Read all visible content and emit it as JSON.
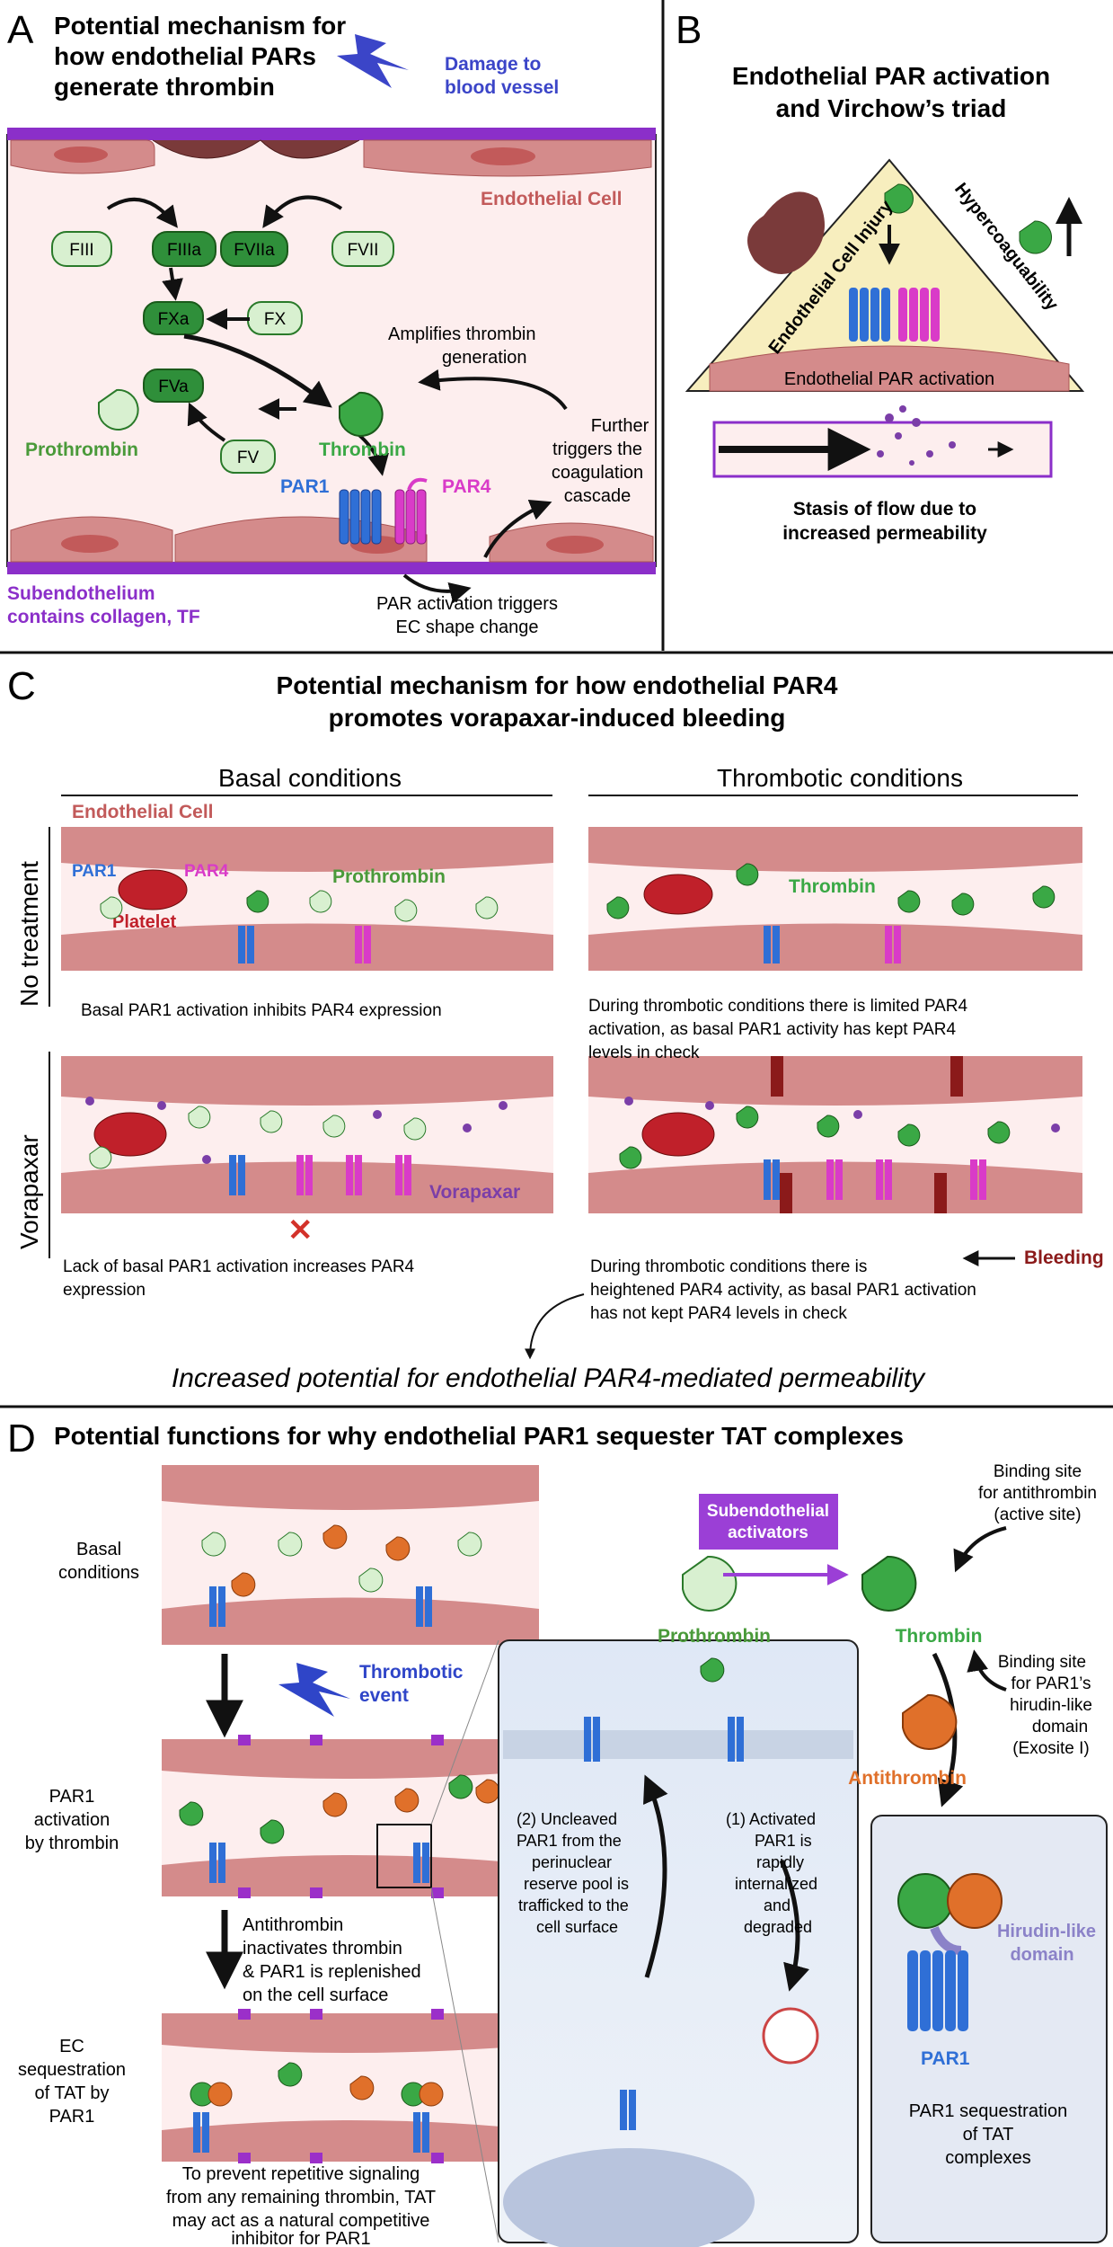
{
  "panelA": {
    "letter": "A",
    "title_line1": "Potential mechanism for",
    "title_line2": "how endothelial PARs",
    "title_line3": "generate thrombin",
    "damage_line1": "Damage to",
    "damage_line2": "blood vessel",
    "endothelial_cell": "Endothelial Cell",
    "factors": [
      "FIII",
      "FIIIa",
      "FVIIa",
      "FVII",
      "FXa",
      "FX",
      "FVa",
      "FV"
    ],
    "prothrombin": "Prothrombin",
    "thrombin": "Thrombin",
    "par1": "PAR1",
    "par4": "PAR4",
    "amplifies_line1": "Amplifies thrombin",
    "amplifies_line2": "generation",
    "further_line1": "Further",
    "further_line2": "triggers the",
    "further_line3": "coagulation",
    "further_line4": "cascade",
    "subendo_line1": "Subendothelium",
    "subendo_line2": "contains collagen, TF",
    "shape_line1": "PAR activation triggers",
    "shape_line2": "EC shape change"
  },
  "panelB": {
    "letter": "B",
    "title_line1": "Endothelial PAR activation",
    "title_line2": "and Virchow’s triad",
    "injury": "Endothelial Cell Injury",
    "hyper": "Hypercoaguability",
    "activation": "Endothelial PAR activation",
    "stasis_line1": "Stasis of flow due to",
    "stasis_line2": "increased permeability"
  },
  "panelC": {
    "letter": "C",
    "title_line1": "Potential mechanism for how endothelial PAR4",
    "title_line2": "promotes vorapaxar-induced bleeding",
    "basal": "Basal conditions",
    "thrombotic": "Thrombotic conditions",
    "row_no_treatment": "No treatment",
    "row_vorapaxar": "Vorapaxar",
    "endothelial_cell": "Endothelial Cell",
    "par1": "PAR1",
    "par4": "PAR4",
    "prothrombin": "Prothrombin",
    "platelet": "Platelet",
    "thrombin": "Thrombin",
    "vorapaxar": "Vorapaxar",
    "bleeding": "Bleeding",
    "cap1": "Basal PAR1 activation inhibits PAR4 expression",
    "cap2_line1": "During thrombotic conditions there is limited PAR4",
    "cap2_line2": "activation, as basal PAR1 activity has kept PAR4",
    "cap2_line3": "levels in check",
    "cap3_line1": "Lack of basal PAR1 activation increases PAR4",
    "cap3_line2": "expression",
    "cap4_line1": "During thrombotic conditions there is",
    "cap4_line2": "heightened PAR4 activity, as basal PAR1 activation",
    "cap4_line3": "has not kept PAR4 levels in check",
    "conclusion": "Increased potential for endothelial PAR4-mediated permeability"
  },
  "panelD": {
    "letter": "D",
    "title": "Potential functions for why endothelial PAR1 sequester TAT complexes",
    "basal_line1": "Basal",
    "basal_line2": "conditions",
    "thrombotic_line1": "Thrombotic",
    "thrombotic_line2": "event",
    "par1act_line1": "PAR1",
    "par1act_line2": "activation",
    "par1act_line3": "by thrombin",
    "anti_line1": "Antithrombin",
    "anti_line2": "inactivates thrombin",
    "anti_line3": "& PAR1 is replenished",
    "anti_line4": "on the cell surface",
    "ec_line1": "EC",
    "ec_line2": "sequestration",
    "ec_line3": "of TAT by",
    "ec_line4": "PAR1",
    "prevent_line1": "To prevent repetitive signaling",
    "prevent_line2": "from any remaining thrombin, TAT",
    "prevent_line3": "may act as a natural competitive",
    "prevent_line4": "inhibitor for PAR1",
    "subendo_line1": "Subendothelial",
    "subendo_line2": "activators",
    "prothrombin": "Prothrombin",
    "thrombin": "Thrombin",
    "bind1_line1": "Binding site",
    "bind1_line2": "for antithrombin",
    "bind1_line3": "(active site)",
    "bind2_line1": "Binding site",
    "bind2_line2": "for PAR1’s",
    "bind2_line3": "hirudin-like",
    "bind2_line4": "domain",
    "bind2_line5": "(Exosite I)",
    "antithrombin": "Antithrombin",
    "step2_line1": "(2) Uncleaved",
    "step2_line2": "PAR1 from the",
    "step2_line3": "perinuclear",
    "step2_line4": "reserve pool is",
    "step2_line5": "trafficked to the",
    "step2_line6": "cell surface",
    "step1_line1": "(1) Activated",
    "step1_line2": "PAR1 is",
    "step1_line3": "rapidly",
    "step1_line4": "internalized",
    "step1_line5": "and",
    "step1_line6": "degraded",
    "hirudin_line1": "Hirudin-like",
    "hirudin_line2": "domain",
    "par1": "PAR1",
    "seq_line1": "PAR1 sequestration",
    "seq_line2": "of TAT",
    "seq_line3": "complexes"
  },
  "colors": {
    "par1_blue": "#2f6fd6",
    "par4_magenta": "#d93bc8",
    "thrombin_green": "#3aa845",
    "prothrombin_light": "#d8f0d0",
    "antithrombin_orange": "#e0702a",
    "vorapaxar_purple": "#7b3ea8",
    "endothelium": "#d48b8b",
    "subendothelium": "#8b2fc9",
    "bleeding": "#8b1a1a"
  }
}
